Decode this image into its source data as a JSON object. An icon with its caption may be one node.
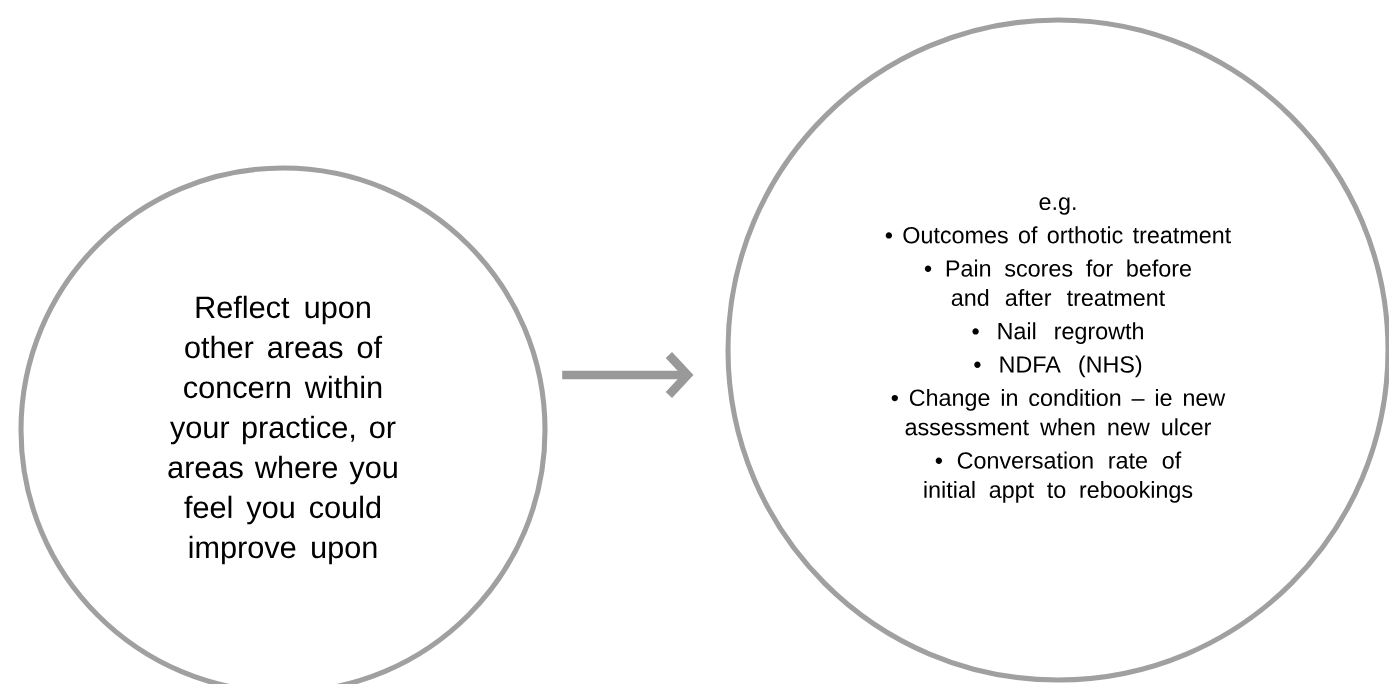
{
  "diagram": {
    "nodes": [
      {
        "text": [
          "Reflect upon other areas of concern within your practice, or areas where you feel you could improve upon"
        ]
      },
      {
        "text": [
          "e.g.",
          "• Outcomes of orthotic treatment",
          "• Pain scores for before and after treatment",
          "• Nail regrowth",
          "• NDFA (NHS)",
          "• Change in condition – ie new assessment when new ulcer",
          "• Conversation rate of initial appt to rebookings"
        ]
      }
    ],
    "edges": [
      {
        "from": 0,
        "to": 1,
        "arrow": "to"
      }
    ]
  }
}
